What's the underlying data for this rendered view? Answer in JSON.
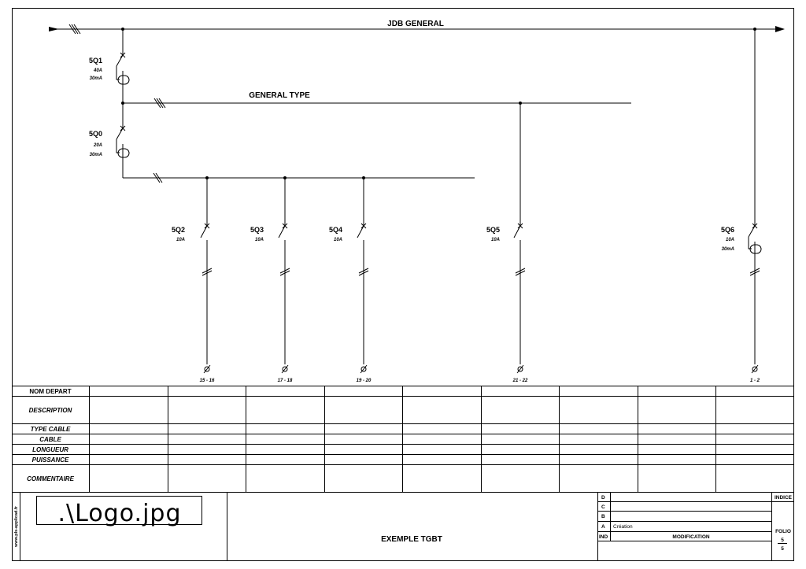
{
  "diagram": {
    "main_bus_label": "JDB GENERAL",
    "sub_bus_label": "GENERAL TYPE",
    "breakers": [
      {
        "id": "5Q1",
        "rating": "40A",
        "sensitivity": "30mA"
      },
      {
        "id": "5Q0",
        "rating": "20A",
        "sensitivity": "30mA"
      },
      {
        "id": "5Q2",
        "rating": "10A",
        "terminals": "15 - 16"
      },
      {
        "id": "5Q3",
        "rating": "10A",
        "terminals": "17 - 18"
      },
      {
        "id": "5Q4",
        "rating": "10A",
        "terminals": "19 - 20"
      },
      {
        "id": "5Q5",
        "rating": "10A",
        "terminals": "21 - 22"
      },
      {
        "id": "5Q6",
        "rating": "10A",
        "sensitivity": "30mA",
        "terminals": "1 - 2"
      }
    ]
  },
  "table": {
    "rows": [
      "NOM DEPART",
      "DESCRIPTION",
      "TYPE CABLE",
      "CABLE",
      "LONGUEUR",
      "PUISSANCE",
      "COMMENTAIRE"
    ]
  },
  "title_block": {
    "side_text": "www.pls-applicad.fr",
    "logo_text": ".\\Logo.jpg",
    "title": "EXEMPLE TGBT",
    "revisions": [
      {
        "index": "D",
        "text": ""
      },
      {
        "index": "C",
        "text": ""
      },
      {
        "index": "B",
        "text": ""
      },
      {
        "index": "A",
        "text": "Création"
      }
    ],
    "ind_label": "IND",
    "modification_label": "MODIFICATION",
    "indice_label": "INDICE",
    "folio_label": "FOLIO",
    "folio_number": "5",
    "folio_total": "5"
  }
}
